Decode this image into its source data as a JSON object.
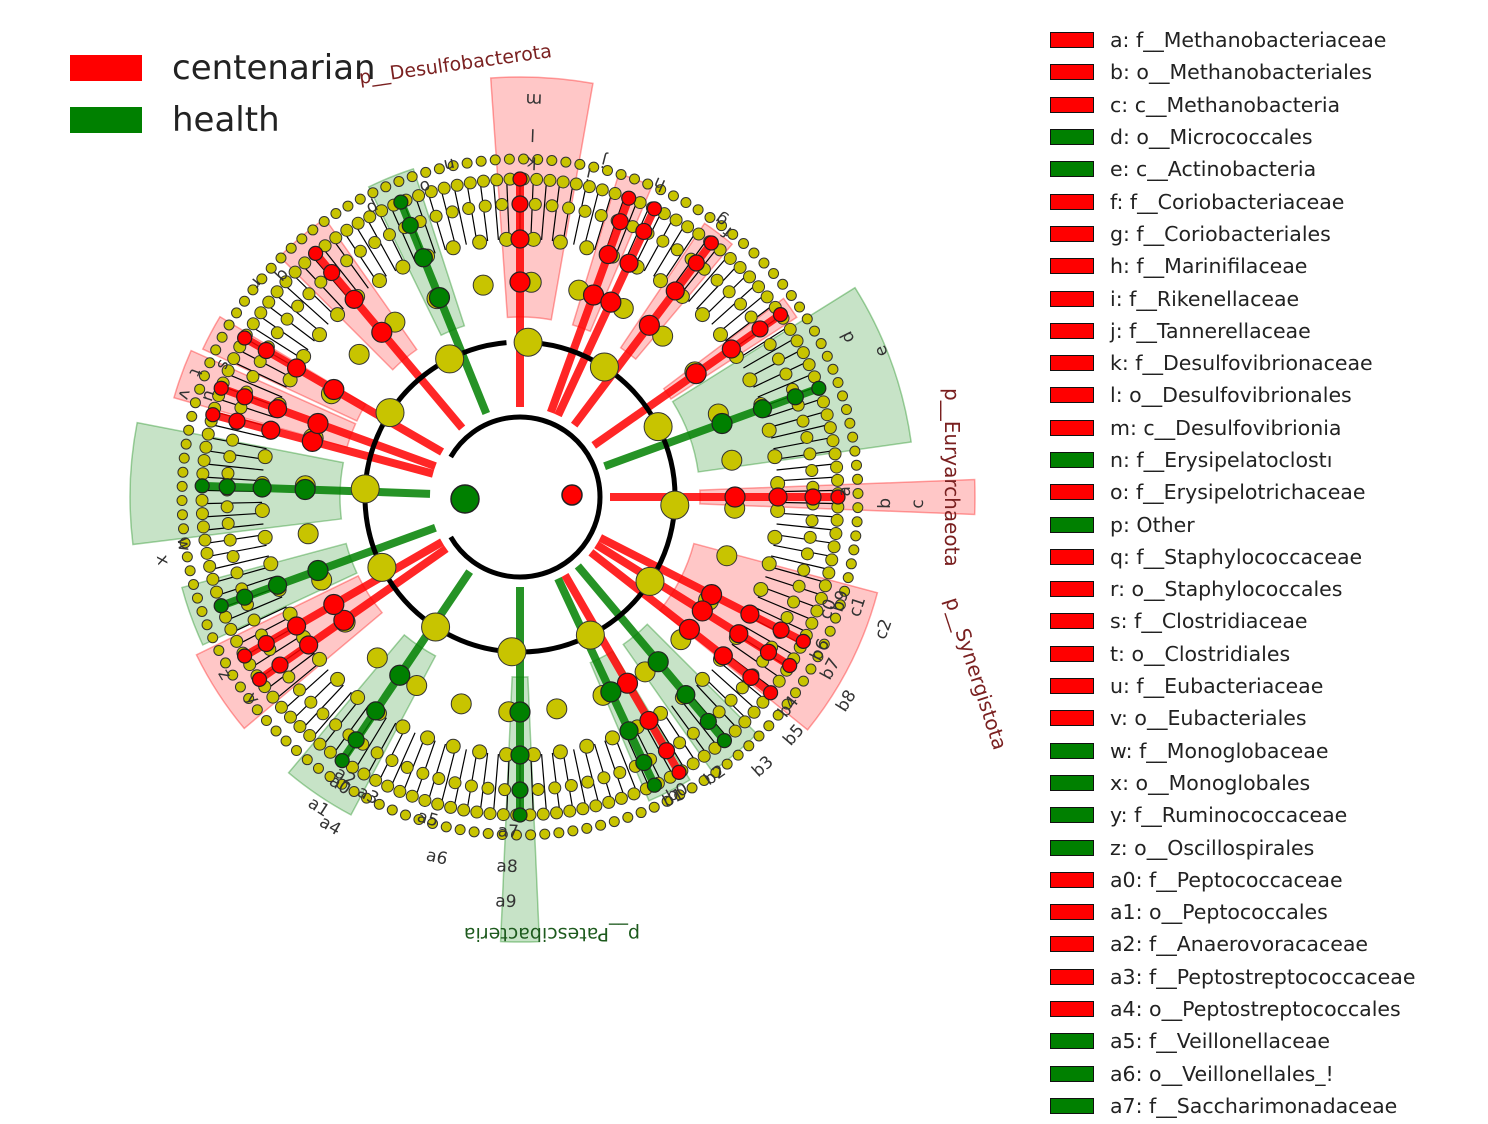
{
  "colors": {
    "centenarian": "#ff0000",
    "health": "#008000",
    "neutral": "#c8c400"
  },
  "groups": [
    {
      "label": "centenarian",
      "color": "#ff0000"
    },
    {
      "label": "health",
      "color": "#008000"
    }
  ],
  "phylum_labels": {
    "desulfobacterota": "p__Desulfobacterota",
    "euryarchaeota": "p__Euryarchaeota",
    "synergistota": "p__Synergistota",
    "patescibacteria": "p__Patescibacteria"
  },
  "taxa": [
    {
      "key": "a",
      "label": "a: f__Methanobacteriaceae",
      "group": "centenarian"
    },
    {
      "key": "b",
      "label": "b: o__Methanobacteriales",
      "group": "centenarian"
    },
    {
      "key": "c",
      "label": "c: c__Methanobacteria",
      "group": "centenarian"
    },
    {
      "key": "d",
      "label": "d: o__Micrococcales",
      "group": "health"
    },
    {
      "key": "e",
      "label": "e: c__Actinobacteria",
      "group": "health"
    },
    {
      "key": "f",
      "label": "f: f__Coriobacteriaceae",
      "group": "centenarian"
    },
    {
      "key": "g",
      "label": "g: f__Coriobacteriales",
      "group": "centenarian"
    },
    {
      "key": "h",
      "label": "h: f__Marinifilaceae",
      "group": "centenarian"
    },
    {
      "key": "i",
      "label": "i: f__Rikenellaceae",
      "group": "centenarian"
    },
    {
      "key": "j",
      "label": "j: f__Tannerellaceae",
      "group": "centenarian"
    },
    {
      "key": "k",
      "label": "k: f__Desulfovibrionaceae",
      "group": "centenarian"
    },
    {
      "key": "l",
      "label": "l: o__Desulfovibrionales",
      "group": "centenarian"
    },
    {
      "key": "m",
      "label": "m: c__Desulfovibrionia",
      "group": "centenarian"
    },
    {
      "key": "n",
      "label": "n: f__Erysipelatoclostı",
      "group": "health"
    },
    {
      "key": "o",
      "label": "o: f__Erysipelotrichaceae",
      "group": "centenarian"
    },
    {
      "key": "p",
      "label": "p: Other",
      "group": "health"
    },
    {
      "key": "q",
      "label": "q: f__Staphylococcaceae",
      "group": "centenarian"
    },
    {
      "key": "r",
      "label": "r: o__Staphylococcales",
      "group": "centenarian"
    },
    {
      "key": "s",
      "label": "s: f__Clostridiaceae",
      "group": "centenarian"
    },
    {
      "key": "t",
      "label": "t: o__Clostridiales",
      "group": "centenarian"
    },
    {
      "key": "u",
      "label": "u: f__Eubacteriaceae",
      "group": "centenarian"
    },
    {
      "key": "v",
      "label": "v: o__Eubacteriales",
      "group": "centenarian"
    },
    {
      "key": "w",
      "label": "w: f__Monoglobaceae",
      "group": "health"
    },
    {
      "key": "x",
      "label": "x: o__Monoglobales",
      "group": "health"
    },
    {
      "key": "y",
      "label": "y: f__Ruminococcaceae",
      "group": "health"
    },
    {
      "key": "z",
      "label": "z: o__Oscillospirales",
      "group": "health"
    },
    {
      "key": "a0",
      "label": "a0: f__Peptococcaceae",
      "group": "centenarian"
    },
    {
      "key": "a1",
      "label": "a1: o__Peptococcales",
      "group": "centenarian"
    },
    {
      "key": "a2",
      "label": "a2: f__Anaerovoracaceae",
      "group": "centenarian"
    },
    {
      "key": "a3",
      "label": "a3: f__Peptostreptococcaceae",
      "group": "centenarian"
    },
    {
      "key": "a4",
      "label": "a4: o__Peptostreptococcales",
      "group": "centenarian"
    },
    {
      "key": "a5",
      "label": "a5: f__Veillonellaceae",
      "group": "health"
    },
    {
      "key": "a6",
      "label": "a6: o__Veillonellales_!",
      "group": "health"
    },
    {
      "key": "a7",
      "label": "a7: f__Saccharimonadaceae",
      "group": "health"
    }
  ],
  "tree_letters": {
    "a": "a",
    "b": "b",
    "c": "c",
    "d": "d",
    "e": "e",
    "f": "f",
    "g": "g",
    "h": "h",
    "i": "i",
    "j": "j",
    "k": "k",
    "l": "l",
    "m": "m",
    "n": "n",
    "o": "o",
    "p": "p",
    "q": "q",
    "r": "r",
    "s": "s",
    "t": "t",
    "u": "u",
    "v": "v",
    "w": "w",
    "x": "x",
    "y": "y",
    "z": "z",
    "a0": "a0",
    "a1": "a1",
    "a2": "a2",
    "a3": "a3",
    "a4": "a4",
    "a5": "a5",
    "a6": "a6",
    "a7": "a7",
    "a8": "a8",
    "a9": "a9",
    "b0": "b0",
    "b1": "b1",
    "b2": "b2",
    "b3": "b3",
    "b4": "b4",
    "b5": "b5",
    "b6": "b6",
    "b7": "b7",
    "b8": "b8",
    "b9": "b9",
    "c0": "c0",
    "c1": "c1",
    "c2": "c2"
  }
}
